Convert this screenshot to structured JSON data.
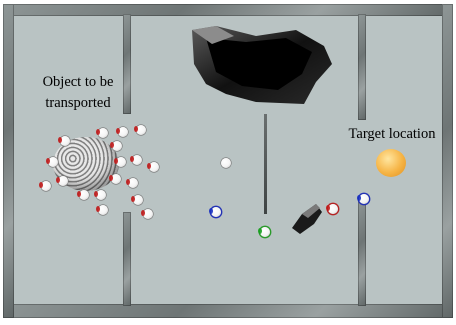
{
  "labels": {
    "object_line1": "Object to be",
    "object_line2": "transported",
    "target": "Target location"
  },
  "colors": {
    "floor": "#b9c3c3",
    "wall": "#7a8282",
    "target": "#f6b445",
    "marker_red": "#c01818",
    "marker_blue": "#1830c0",
    "marker_green": "#18a020"
  }
}
